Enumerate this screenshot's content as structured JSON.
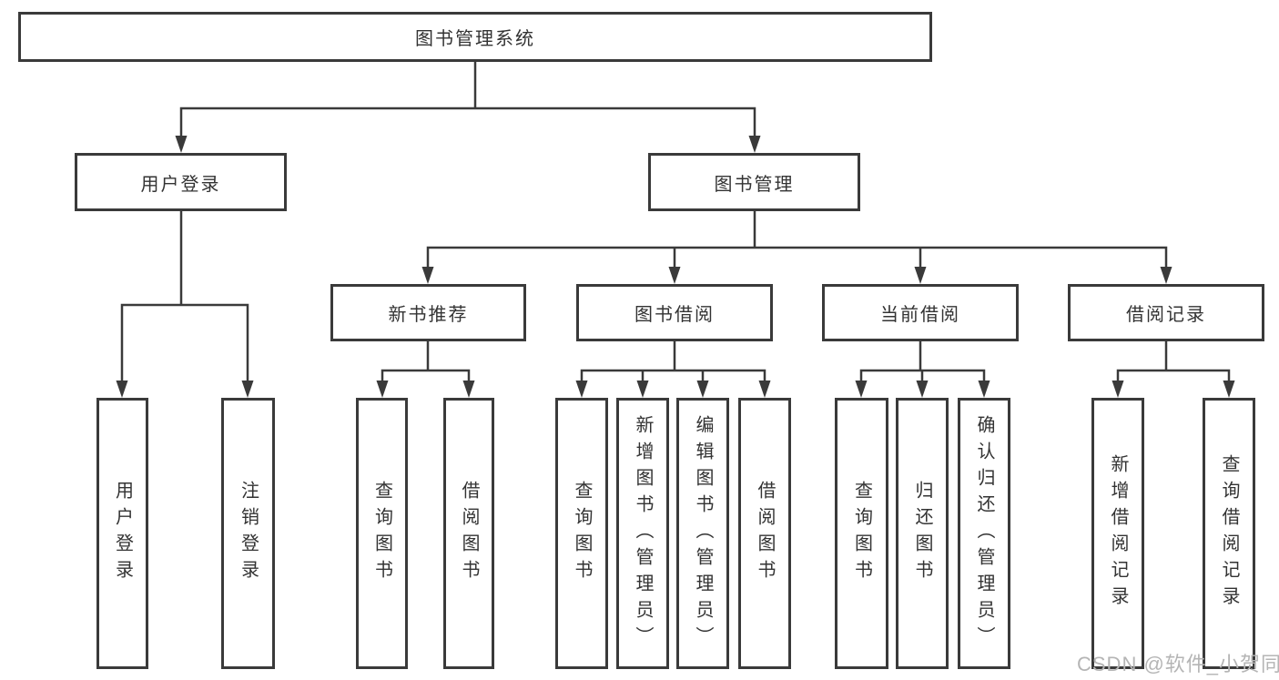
{
  "nodes": {
    "root": "图书管理系统",
    "level2": [
      "用户登录",
      "图书管理"
    ],
    "level3": [
      "新书推荐",
      "图书借阅",
      "当前借阅",
      "借阅记录"
    ],
    "level4": {
      "user_login": [
        "用户登录",
        "注销登录"
      ],
      "new_book": [
        "查询图书",
        "借阅图书"
      ],
      "book_borrow": [
        "查询图书",
        "新增图书（管理员）",
        "编辑图书（管理员）",
        "借阅图书"
      ],
      "current_borrow": [
        "查询图书",
        "归还图书",
        "确认归还（管理员）"
      ],
      "borrow_records": [
        "新增借阅记录",
        "查询借阅记录"
      ]
    }
  },
  "watermark": "CSDN @软件_小贺同学",
  "colors": {
    "line": "#3a3a3a",
    "text": "#333333",
    "watermark": "#b5b5b5",
    "background": "#ffffff"
  }
}
